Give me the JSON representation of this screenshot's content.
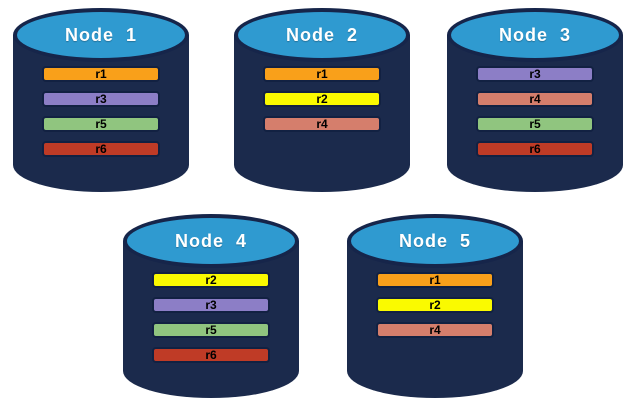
{
  "diagram": {
    "title": "database-nodes-replica-distribution",
    "background": "#ffffff",
    "colors": {
      "cylinder_body": "#1b2a4c",
      "cylinder_top": "#2f9ad0",
      "cylinder_rim": "#16254a",
      "bar_border": "#122142",
      "bar_text": "#000000",
      "node_label_text": "#ffffff"
    },
    "replica_colors": {
      "r1": "#f9a01a",
      "r2": "#fafa00",
      "r3": "#8c7ec6",
      "r4": "#d57e6c",
      "r5": "#90c57f",
      "r6": "#bf3b26"
    },
    "nodes": [
      {
        "label": "Node  1",
        "replicas": [
          "r1",
          "r3",
          "r5",
          "r6"
        ]
      },
      {
        "label": "Node  2",
        "replicas": [
          "r1",
          "r2",
          "r4"
        ]
      },
      {
        "label": "Node  3",
        "replicas": [
          "r3",
          "r4",
          "r5",
          "r6"
        ]
      },
      {
        "label": "Node  4",
        "replicas": [
          "r2",
          "r3",
          "r5",
          "r6"
        ]
      },
      {
        "label": "Node  5",
        "replicas": [
          "r1",
          "r2",
          "r4"
        ]
      }
    ]
  }
}
